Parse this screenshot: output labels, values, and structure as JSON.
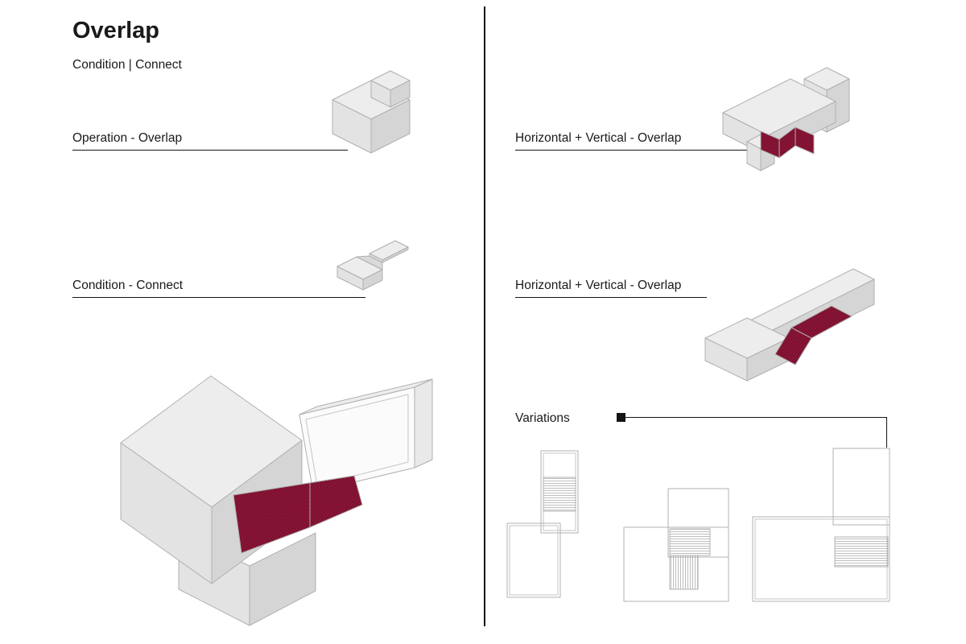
{
  "page": {
    "title": "Overlap",
    "subtitle": "Condition | Connect"
  },
  "sections": {
    "left": {
      "operation_label": "Operation - Overlap",
      "condition_label": "Condition - Connect"
    },
    "right": {
      "hv_label_1": "Horizontal + Vertical - Overlap",
      "hv_label_2": "Horizontal + Vertical - Overlap",
      "variations_label": "Variations"
    }
  },
  "figures": [
    "operation-overlap-isometric",
    "condition-connect-isometric",
    "large-overlap-connect-isometric",
    "horizontal-vertical-overlap-isometric-1",
    "horizontal-vertical-overlap-isometric-2",
    "variation-plan-1",
    "variation-plan-2",
    "variation-plan-3"
  ],
  "colors": {
    "accent_red": "#8e1537",
    "accent_red_hatch": "#6c0f2a",
    "block_top": "#ededed",
    "block_left": "#e3e3e3",
    "block_right": "#d5d5d5",
    "outline_gray": "#b0b0b0",
    "plan_line": "#b8b8b8",
    "text": "#1a1a1a",
    "rule_line": "#161616"
  }
}
